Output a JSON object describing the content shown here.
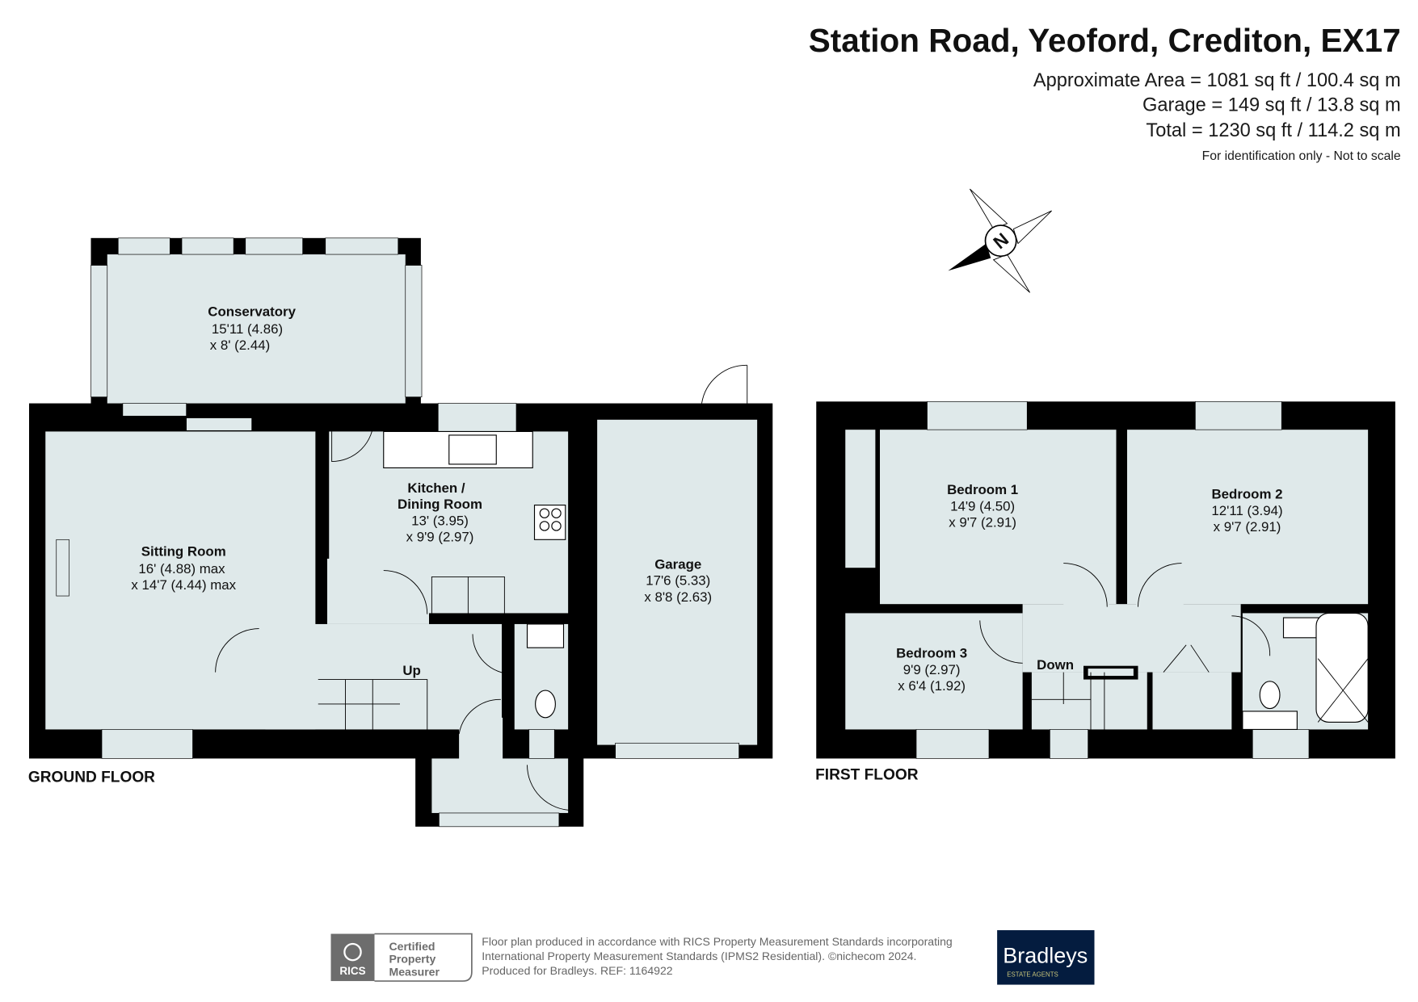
{
  "header": {
    "title": "Station Road, Yeoford, Crediton, EX17",
    "approx_area": "Approximate Area = 1081 sq ft / 100.4 sq m",
    "garage_area": "Garage = 149 sq ft / 13.8 sq m",
    "total_area": "Total = 1230 sq ft / 114.2 sq m",
    "note": "For identification only - Not to scale"
  },
  "compass": {
    "label": "N"
  },
  "ground_floor": {
    "label": "GROUND FLOOR",
    "rooms": [
      {
        "name": "Conservatory",
        "dim1": "15'11 (4.86)",
        "dim2": "x 8' (2.44)"
      },
      {
        "name": "Kitchen /",
        "name2": "Dining Room",
        "dim1": "13' (3.95)",
        "dim2": "x 9'9 (2.97)"
      },
      {
        "name": "Sitting Room",
        "dim1": "16' (4.88) max",
        "dim2": "x 14'7 (4.44)  max"
      },
      {
        "name": "Garage",
        "dim1": "17'6 (5.33)",
        "dim2": "x 8'8 (2.63)"
      }
    ],
    "stairs_label": "Up"
  },
  "first_floor": {
    "label": "FIRST FLOOR",
    "rooms": [
      {
        "name": "Bedroom 1",
        "dim1": "14'9 (4.50)",
        "dim2": "x 9'7 (2.91)"
      },
      {
        "name": "Bedroom 2",
        "dim1": "12'11 (3.94)",
        "dim2": "x 9'7 (2.91)"
      },
      {
        "name": "Bedroom 3",
        "dim1": "9'9 (2.97)",
        "dim2": "x 6'4 (1.92)"
      }
    ],
    "stairs_label": "Down"
  },
  "footer": {
    "rics_logo": "RICS",
    "badge": [
      "Certified",
      "Property",
      "Measurer"
    ],
    "line1": "Floor plan produced in accordance with RICS Property Measurement Standards incorporating",
    "line2": "International Property Measurement Standards (IPMS2 Residential).   ©nichecom 2024.",
    "line3": "Produced for Bradleys.   REF: 1164922",
    "agent_logo": "Bradleys",
    "agent_tagline": "ESTATE AGENTS"
  }
}
